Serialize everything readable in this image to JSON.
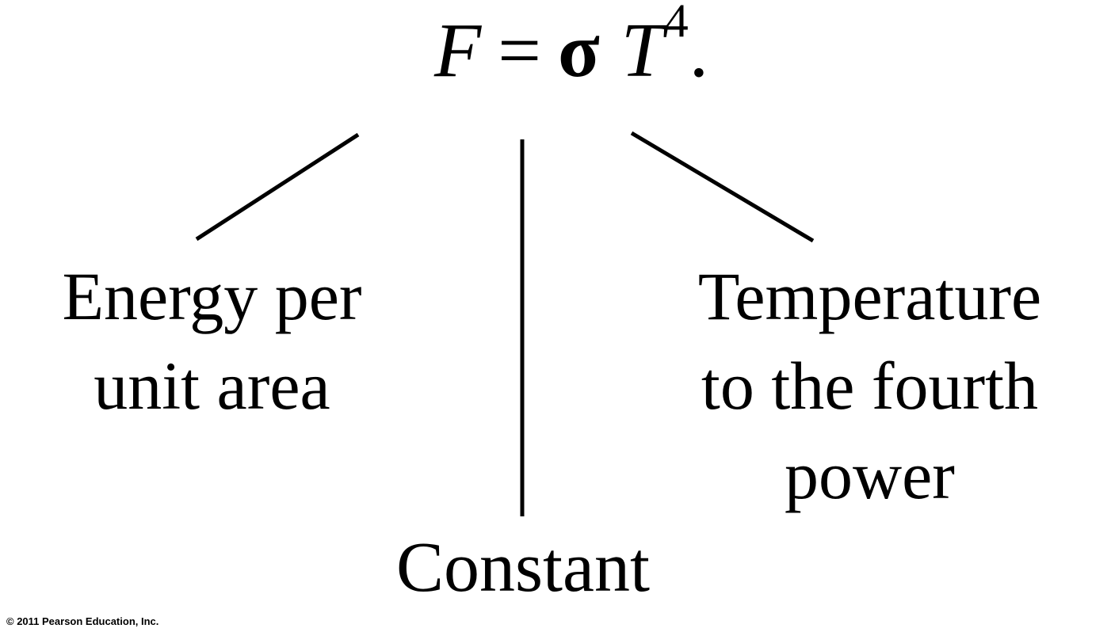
{
  "equation": {
    "lhs": "F",
    "equals": "=",
    "sigma": "σ",
    "variable": "T",
    "exponent": "4",
    "period": "."
  },
  "labels": {
    "energy": {
      "line1": "Energy per",
      "line2": "unit area"
    },
    "constant": {
      "text": "Constant"
    },
    "temperature": {
      "line1": "Temperature",
      "line2": "to the fourth",
      "line3": "power"
    }
  },
  "footer": {
    "copyright": "© 2011 Pearson Education, Inc."
  },
  "colors": {
    "text": "#000000",
    "background": "#ffffff",
    "line": "#000000"
  }
}
